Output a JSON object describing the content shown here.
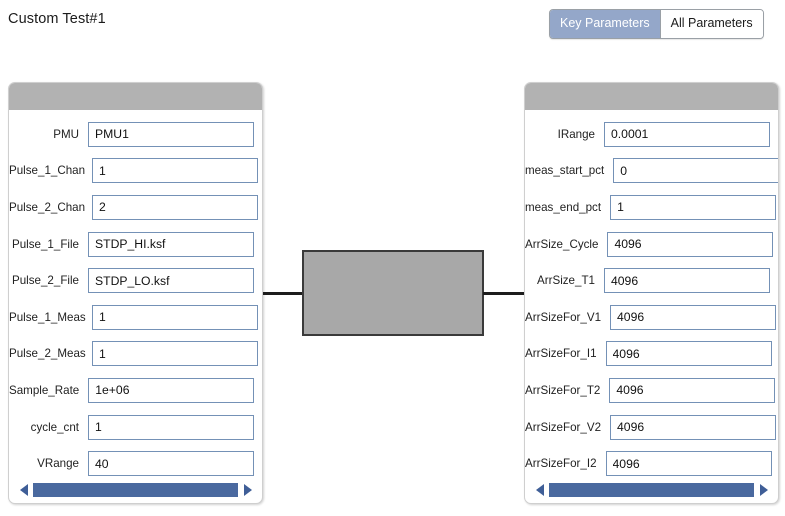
{
  "header": {
    "title": "Custom Test#1",
    "toggle": {
      "options": [
        {
          "label": "Key Parameters",
          "active": true
        },
        {
          "label": "All Parameters",
          "active": false
        }
      ],
      "active_color": "#94a7c9"
    }
  },
  "left_panel": {
    "fields": [
      {
        "label": "PMU",
        "value": "PMU1"
      },
      {
        "label": "Pulse_1_Chan",
        "value": "1"
      },
      {
        "label": "Pulse_2_Chan",
        "value": "2"
      },
      {
        "label": "Pulse_1_File",
        "value": "STDP_HI.ksf"
      },
      {
        "label": "Pulse_2_File",
        "value": "STDP_LO.ksf"
      },
      {
        "label": "Pulse_1_Meas",
        "value": "1"
      },
      {
        "label": "Pulse_2_Meas",
        "value": "1"
      },
      {
        "label": "Sample_Rate",
        "value": "1e+06"
      },
      {
        "label": "cycle_cnt",
        "value": "1"
      },
      {
        "label": "VRange",
        "value": "40"
      }
    ],
    "scrollbar": {
      "left_arrow": "◀",
      "right_arrow": "▶",
      "thumb_color": "#4a699f"
    }
  },
  "right_panel": {
    "fields": [
      {
        "label": "IRange",
        "value": "0.0001"
      },
      {
        "label": "meas_start_pct",
        "value": "0"
      },
      {
        "label": "meas_end_pct",
        "value": "1"
      },
      {
        "label": "ArrSize_Cycle",
        "value": "4096"
      },
      {
        "label": "ArrSize_T1",
        "value": "4096"
      },
      {
        "label": "ArrSizeFor_V1",
        "value": "4096"
      },
      {
        "label": "ArrSizeFor_I1",
        "value": "4096"
      },
      {
        "label": "ArrSizeFor_T2",
        "value": "4096"
      },
      {
        "label": "ArrSizeFor_V2",
        "value": "4096"
      },
      {
        "label": "ArrSizeFor_I2",
        "value": "4096"
      }
    ],
    "scrollbar": {
      "left_arrow": "◀",
      "right_arrow": "▶",
      "thumb_color": "#4a699f"
    }
  },
  "center_diagram": {
    "block_color": "#a8a8a8",
    "border_color": "#3a3a3a",
    "line_color": "#1d1d1d"
  }
}
